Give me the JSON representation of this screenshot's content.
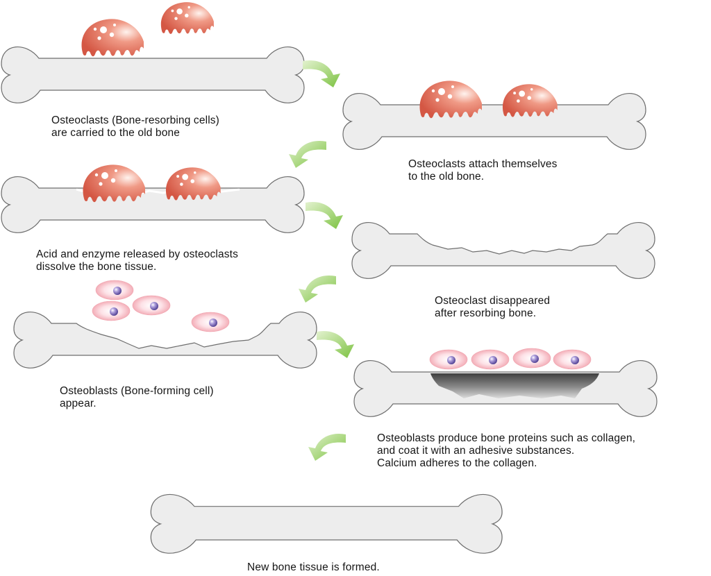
{
  "steps": [
    {
      "lines": [
        "Osteoclasts (Bone-resorbing cells)",
        "are carried to the old bone"
      ]
    },
    {
      "lines": [
        "Osteoclasts attach themselves",
        "to the old bone."
      ]
    },
    {
      "lines": [
        "Acid and enzyme released by osteoclasts",
        "dissolve the bone tissue."
      ]
    },
    {
      "lines": [
        "Osteoclast disappeared",
        "after resorbing bone."
      ]
    },
    {
      "lines": [
        "Osteoblasts (Bone-forming cell)",
        "appear."
      ]
    },
    {
      "lines": [
        "Osteoblasts produce bone proteins such as collagen,",
        "and coat it with an adhesive substances.",
        "Calcium adheres to the collagen."
      ]
    },
    {
      "lines": [
        "New bone tissue is formed."
      ]
    }
  ],
  "colors": {
    "bone_fill": "#ededed",
    "bone_stroke": "#6e6e6e",
    "osteoclast": "#d9624f",
    "osteoblast": "#f4b6bf",
    "nucleus": "#6e5aa8",
    "arrow": "#8cc84b",
    "collagen": "#5a5a5a"
  }
}
